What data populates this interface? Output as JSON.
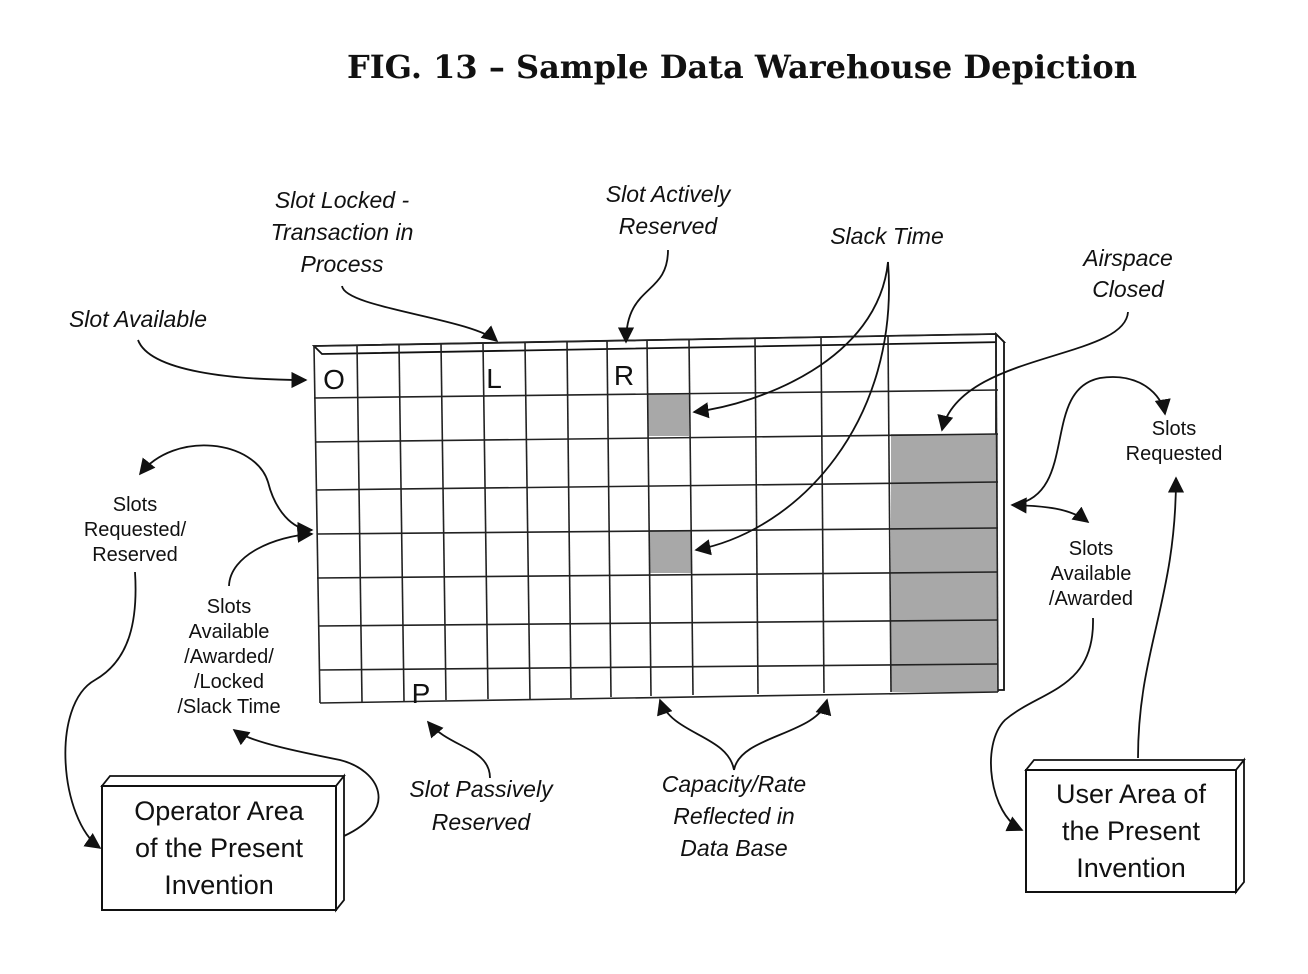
{
  "title": "FIG. 13 – Sample Data Warehouse Depiction",
  "labels": {
    "slot_locked": [
      "Slot Locked -",
      "Transaction in",
      "Process"
    ],
    "slot_actively_reserved": [
      "Slot Actively",
      "Reserved"
    ],
    "slack_time": [
      "Slack Time"
    ],
    "airspace_closed": [
      "Airspace",
      "Closed"
    ],
    "slot_available": [
      "Slot Available"
    ],
    "slots_requested_reserved": [
      "Slots",
      "Requested/",
      "Reserved"
    ],
    "slots_available_awarded_locked": [
      "Slots",
      "Available",
      "/Awarded/",
      "/Locked",
      "/Slack Time"
    ],
    "slot_passively_reserved": [
      "Slot Passively",
      "Reserved"
    ],
    "capacity_rate": [
      "Capacity/Rate",
      "Reflected in",
      "Data Base"
    ],
    "slots_requested_right": [
      "Slots",
      "Requested"
    ],
    "slots_available_awarded_right": [
      "Slots",
      "Available",
      "/Awarded"
    ]
  },
  "cell_letters": {
    "O": "O",
    "L": "L",
    "R": "R",
    "P": "P"
  },
  "boxes": {
    "operator": [
      "Operator Area",
      "of the Present",
      "Invention"
    ],
    "user": [
      "User Area of",
      "the Present",
      "Invention"
    ]
  },
  "colors": {
    "shade": "#a8a8a8",
    "line": "#111111"
  }
}
